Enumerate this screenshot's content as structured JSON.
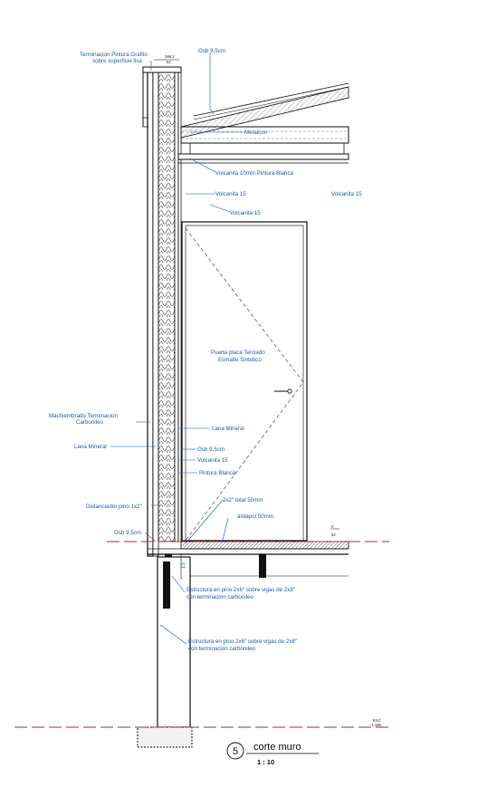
{
  "labels": {
    "terminacion_line1": "Terminacion Pintura Grafito",
    "terminacion_line2": "sobre superficie lisa",
    "level_top": "288.2",
    "level_top_sub": "52",
    "osb_top": "Osb 9,5cm",
    "metalcon": "Metalcon",
    "volcanita_10": "Volcanita 10mm Pintura Blanca",
    "volcanita_15_a": "Volcanita 15",
    "volcanita_15_b": "Volcanita 15",
    "volcanita_15_c": "Volcanita 15",
    "puerta_line1": "Puerta placa Terciado",
    "puerta_line2": "Esmalte Sintetico",
    "machiembrado_line1": "Machiembrado Terminacion",
    "machiembrado_line2": "Carbonileo",
    "lana_mineral_left": "Lana Mineral",
    "lana_mineral_right": "Lana Mineral",
    "osb_mid": "Osb 9,5cm",
    "volcanita_15_d": "Volcanita 15",
    "pintura_blanca": "Pintura Blanca",
    "distanciador": "Distanciador pino 1x2\"",
    "total_50": "2x2\" total 50mm",
    "aislapol": "aislapol 50mm",
    "osb_bottom": "Osb 9,5cm",
    "level_floor": "0",
    "level_floor_sub": "52",
    "dim_15": "15",
    "estructura_1_line1": "Estructura en pino 2x6\" sobre vigas de 2x8\"",
    "estructura_1_line2": "con terminacion carbonileo",
    "estructura_2_line1": "Estructura en pino 2x6\" sobre vigas de 2x8\"",
    "estructura_2_line2": "con terminacion carbonileo",
    "esc_line1": "ESC",
    "esc_line2": "-1.185"
  },
  "title": {
    "number": "5",
    "name": "corte muro",
    "scale": "1 : 10"
  },
  "colors": {
    "label_blue": "#1d5fa8",
    "level_red": "#c0282d",
    "line_dark": "#111111"
  }
}
